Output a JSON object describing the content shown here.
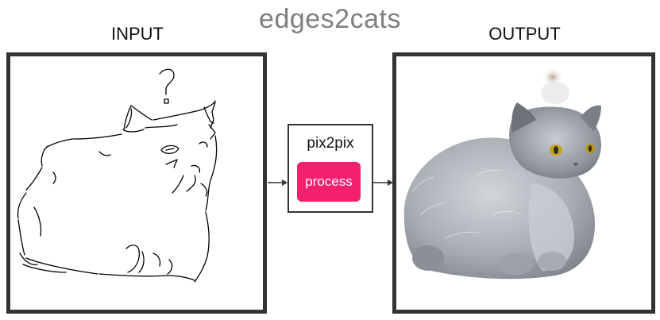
{
  "app": {
    "title": "edges2cats"
  },
  "input_panel": {
    "label": "INPUT"
  },
  "output_panel": {
    "label": "OUTPUT"
  },
  "model": {
    "name": "pix2pix",
    "process_label": "process"
  },
  "colors": {
    "accent": "#f4206d",
    "frame": "#333333",
    "title": "#7f7f7f",
    "cat_fur": "#a8adb4",
    "cat_eye": "#c9a21a"
  },
  "icons": {
    "arrow_left": "arrow-right-icon",
    "arrow_right": "arrow-right-icon"
  }
}
